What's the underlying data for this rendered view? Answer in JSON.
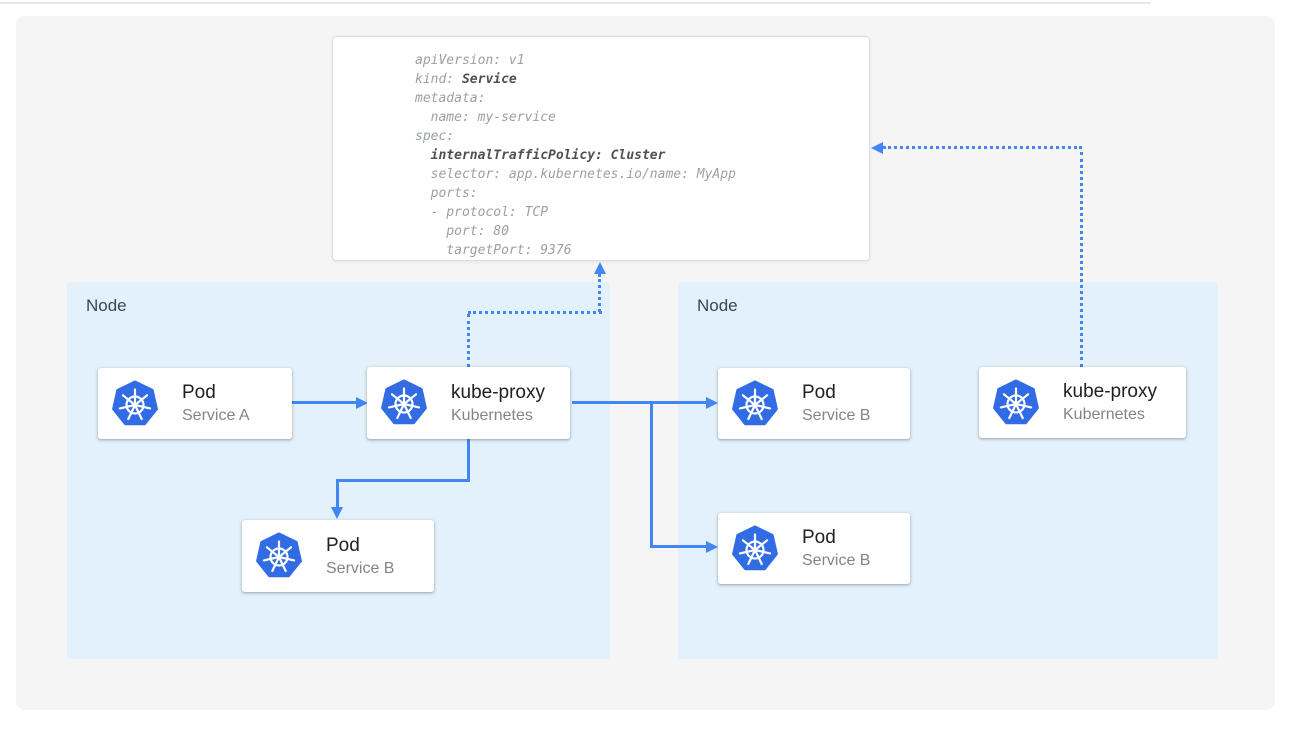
{
  "colors": {
    "accent_blue": "#4285f4",
    "kubernetes_logo_blue": "#326ce5",
    "node_fill": "#e3f1fc",
    "canvas_fill": "#f5f5f6",
    "code_text": "#9aa0a6",
    "code_bold_text": "#4d5156",
    "card_title": "#212121",
    "card_subtitle": "#80868b"
  },
  "icons": {
    "kubernetes_logo": "blue heptagon with white ship-wheel (Kubernetes logo)"
  },
  "code_panel": {
    "lines": {
      "l1": "apiVersion: v1",
      "l2_plain": "kind: ",
      "l2_bold": "Service",
      "l3": "metadata:",
      "l4": "  name: my-service",
      "l5": "spec:",
      "l6_plain": "  ",
      "l6_bold": "internalTrafficPolicy: Cluster",
      "l7": "  selector: app.kubernetes.io/name: MyApp",
      "l8": "  ports:",
      "l9": "  - protocol: TCP",
      "l10": "    port: 80",
      "l11": "    targetPort: 9376"
    }
  },
  "nodes": {
    "left": {
      "label": "Node"
    },
    "right": {
      "label": "Node"
    }
  },
  "cards": {
    "pod_service_a": {
      "title": "Pod",
      "subtitle": "Service A"
    },
    "kube_proxy_left": {
      "title": "kube-proxy",
      "subtitle": "Kubernetes"
    },
    "pod_service_b_left": {
      "title": "Pod",
      "subtitle": "Service B"
    },
    "pod_service_b_right_top": {
      "title": "Pod",
      "subtitle": "Service B"
    },
    "pod_service_b_right_bottom": {
      "title": "Pod",
      "subtitle": "Service B"
    },
    "kube_proxy_right": {
      "title": "kube-proxy",
      "subtitle": "Kubernetes"
    }
  }
}
